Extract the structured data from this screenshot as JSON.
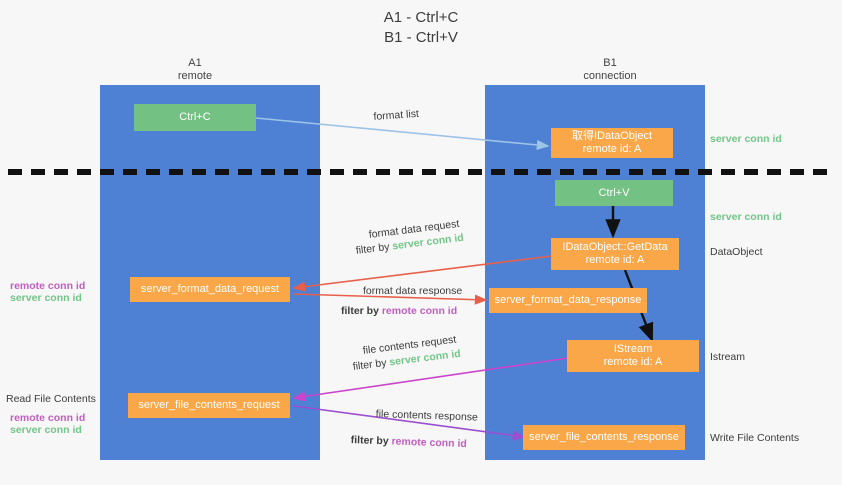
{
  "title": "A1 - Ctrl+C\nB1 - Ctrl+V",
  "colors": {
    "background": "#f7f7f7",
    "lane": "#4e81d4",
    "node_orange": "#f9a748",
    "node_green": "#74c184",
    "remote_conn_id": "#c05fc0",
    "server_conn_id": "#72c687",
    "arrow_blue": "#9dc3e6",
    "arrow_red": "#e8604c",
    "arrow_magenta": "#cc44cc",
    "arrow_purple": "#9b4fd0",
    "arrow_black": "#111111",
    "divider": "#111111"
  },
  "lanes": [
    {
      "id": "a1",
      "header": "A1\nremote"
    },
    {
      "id": "b1",
      "header": "B1\nconnection"
    }
  ],
  "nodes": [
    {
      "id": "ctrl-c",
      "label": "Ctrl+C",
      "kind": "green"
    },
    {
      "id": "get-idataobject",
      "label": "取得IDataObject\nremote id: A",
      "kind": "orange"
    },
    {
      "id": "ctrl-v",
      "label": "Ctrl+V",
      "kind": "green"
    },
    {
      "id": "idataobject-getdata",
      "label": "IDataObject::GetData\nremote id: A",
      "kind": "orange"
    },
    {
      "id": "server-format-data-request",
      "label": "server_format_data_request",
      "kind": "orange"
    },
    {
      "id": "server-format-data-response",
      "label": "server_format_data_response",
      "kind": "orange"
    },
    {
      "id": "istream",
      "label": "IStream\nremote id: A",
      "kind": "orange"
    },
    {
      "id": "server-file-contents-request",
      "label": "server_file_contents_request",
      "kind": "orange"
    },
    {
      "id": "server-file-contents-response",
      "label": "server_file_contents_response",
      "kind": "orange"
    }
  ],
  "edge_labels": {
    "format_list": "format list",
    "format_data_request": "format data request",
    "format_data_request_filter_prefix": "filter by ",
    "format_data_request_filter_value": "server conn id",
    "format_data_response": "format data response",
    "format_data_response_filter_prefix": "filter by ",
    "format_data_response_filter_value": "remote conn id",
    "file_contents_request": "file contents request",
    "file_contents_request_filter_prefix": "filter by ",
    "file_contents_request_filter_value": "server conn id",
    "file_contents_response": "file contents response",
    "file_contents_response_filter_prefix": "filter by ",
    "file_contents_response_filter_value": "remote conn id"
  },
  "right_annotations": [
    {
      "id": "server-conn-id-top",
      "text": "server conn id",
      "color": "server"
    },
    {
      "id": "server-conn-id-second",
      "text": "server conn id",
      "color": "server"
    },
    {
      "id": "dataobject",
      "text": "DataObject",
      "color": "plain"
    },
    {
      "id": "istream-label",
      "text": "Istream",
      "color": "plain"
    },
    {
      "id": "write-file-contents",
      "text": "Write File Contents",
      "color": "plain"
    }
  ],
  "left_annotations": {
    "mid_remote": "remote conn id",
    "mid_server": "server conn id",
    "read_file_contents": "Read File Contents",
    "bottom_remote": "remote conn id",
    "bottom_server": "server conn id"
  }
}
